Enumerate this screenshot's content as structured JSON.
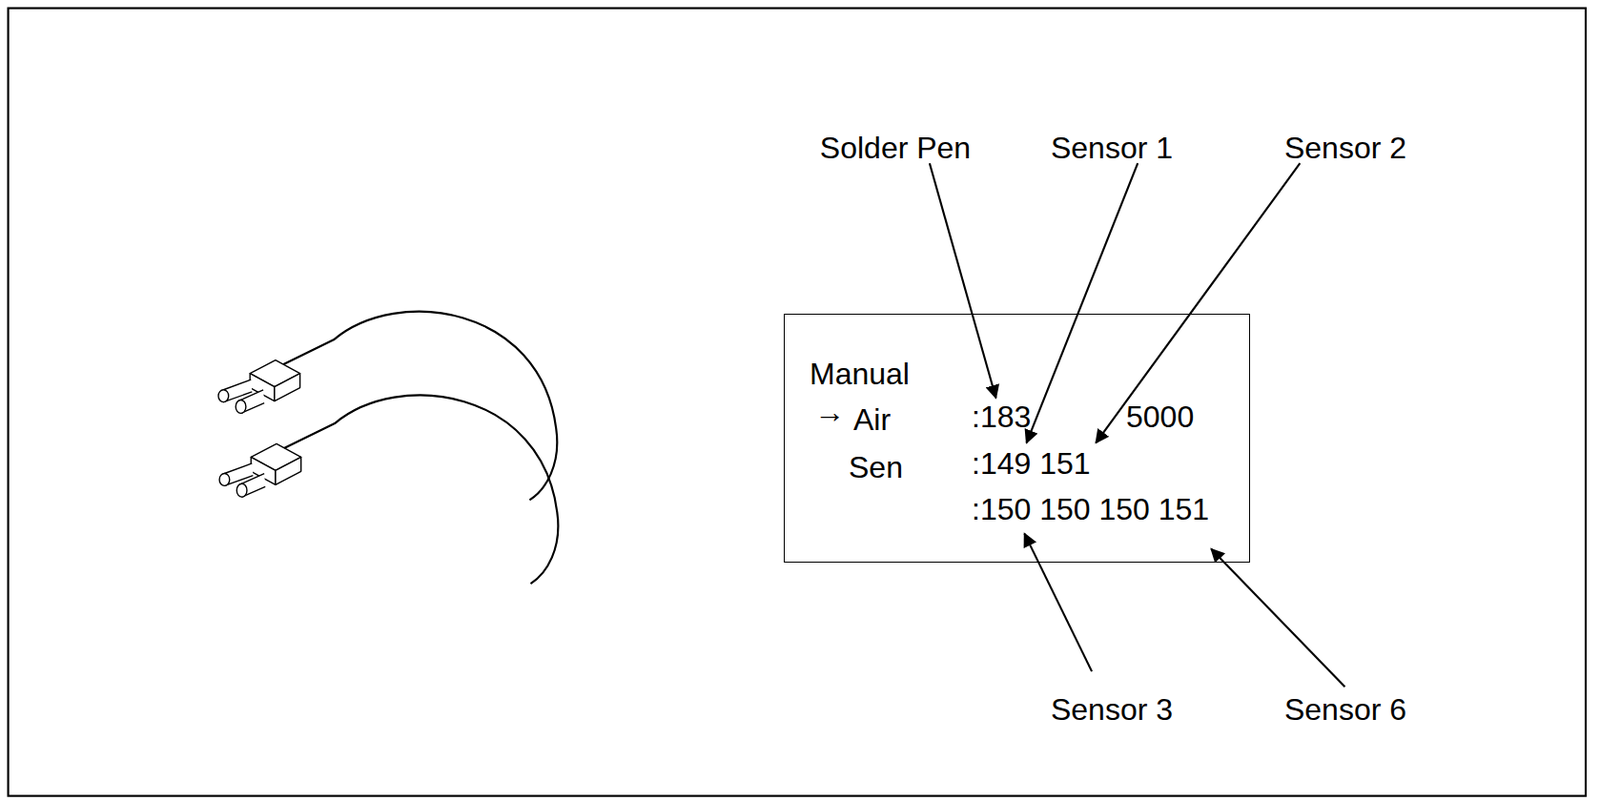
{
  "diagram": {
    "nodes": [
      {
        "text": [
          "Manual",
          "→",
          "Air",
          ":183",
          "5000",
          "Sen",
          ":149 151",
          ":150 150 150 151"
        ]
      }
    ],
    "labels": [
      "Solder Pen",
      "Sensor 1",
      "Sensor 2",
      "Sensor 3",
      "Sensor 6"
    ]
  }
}
